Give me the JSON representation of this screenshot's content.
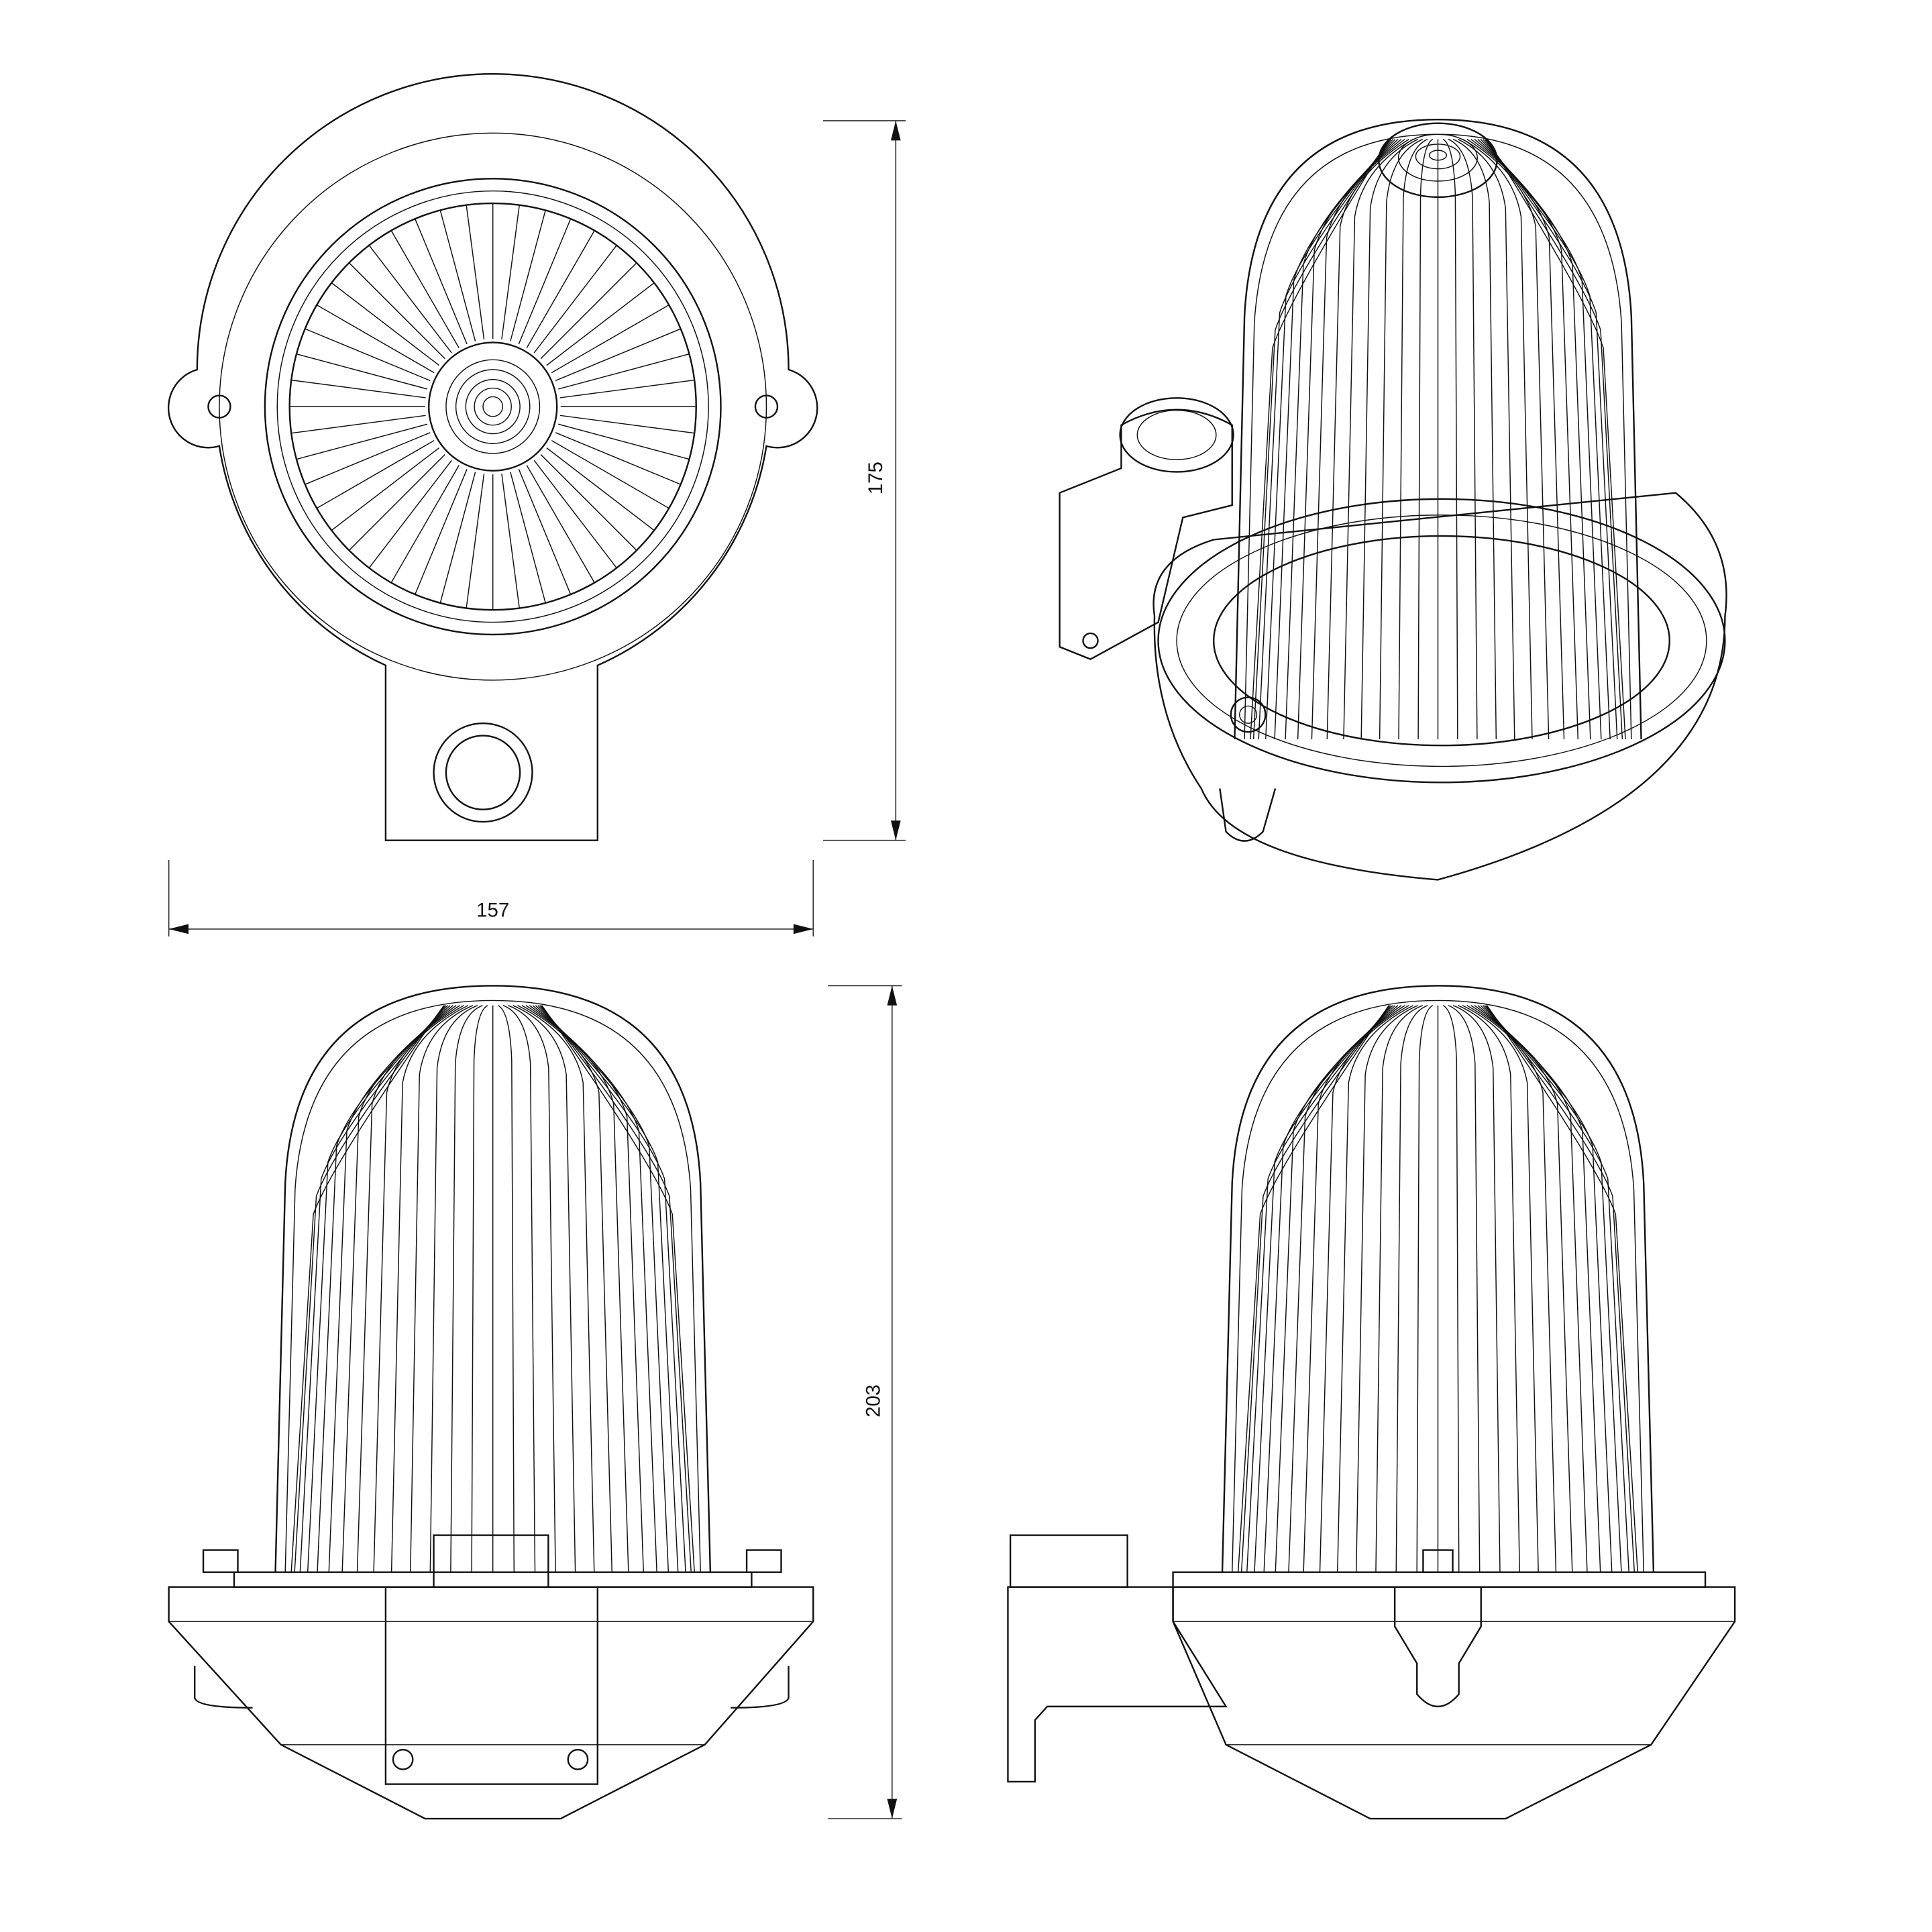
{
  "dimensions": {
    "width": "157",
    "top_height": "175",
    "side_height": "203"
  },
  "colors": {
    "line": "#111111",
    "background": "#ffffff"
  }
}
